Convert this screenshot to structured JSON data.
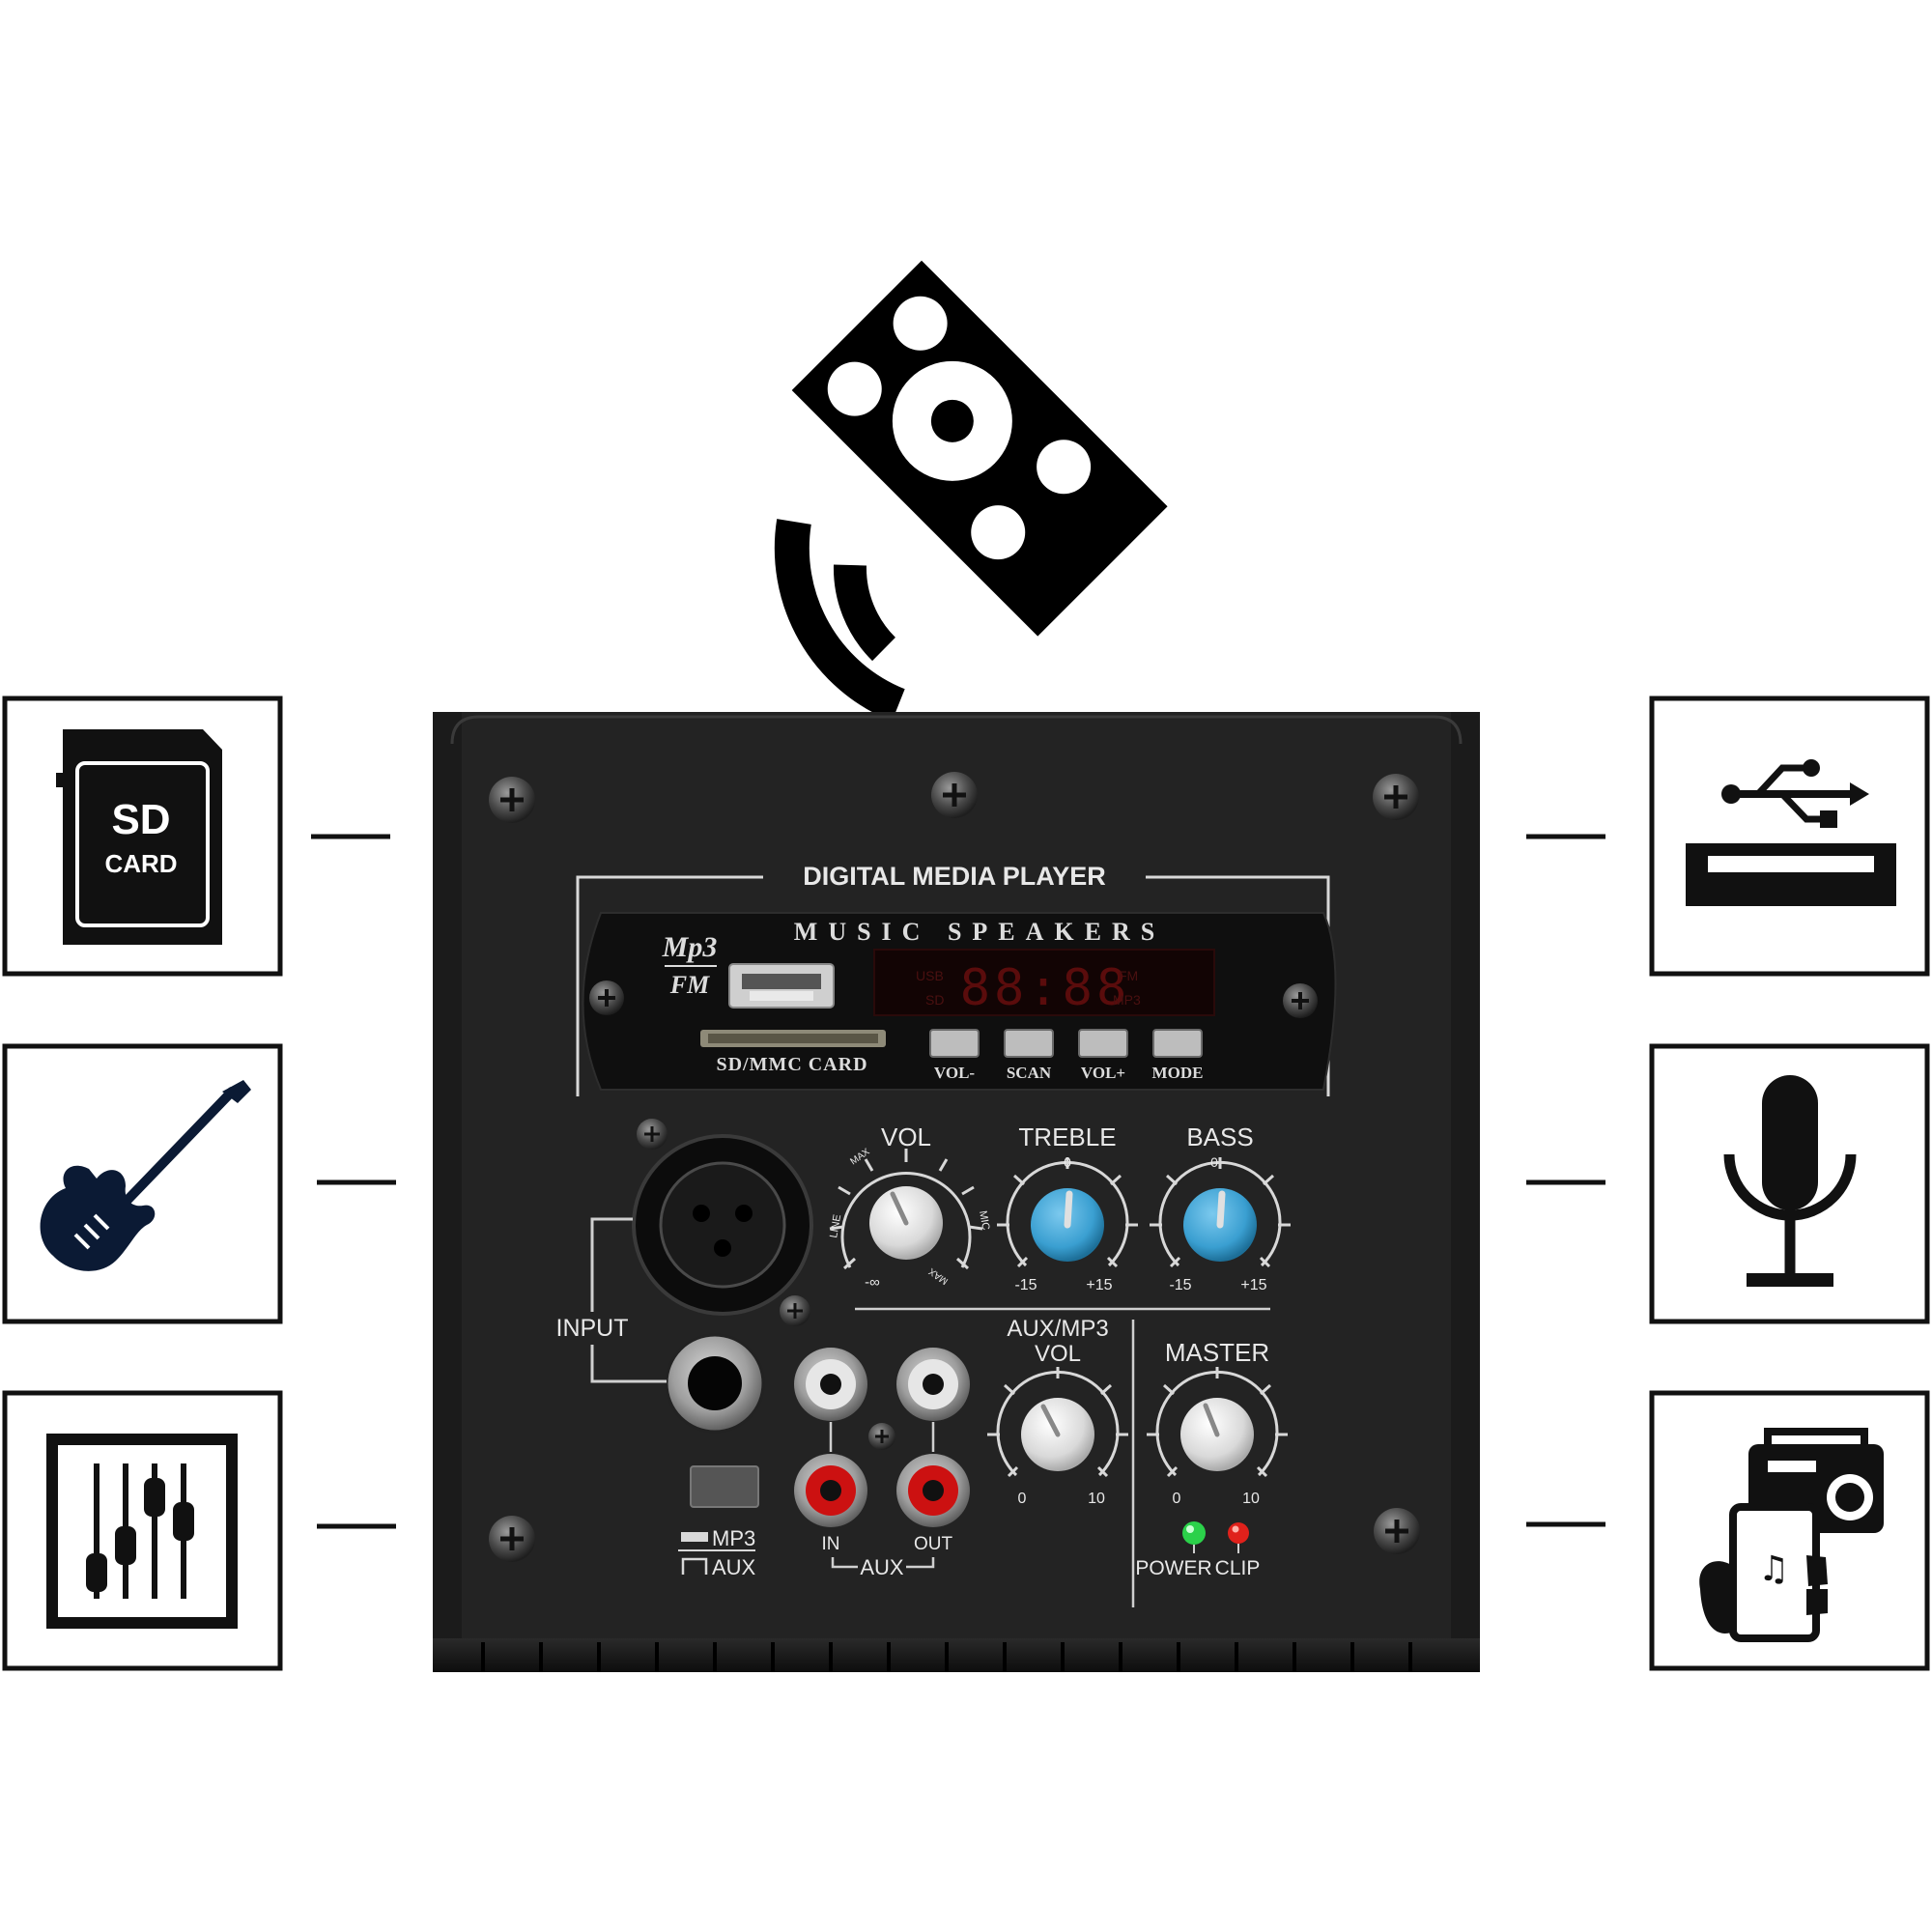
{
  "icons": {
    "remote": "remote-control-icon",
    "left": [
      {
        "name": "sd-card-icon",
        "line1": "SD",
        "line2": "CARD"
      },
      {
        "name": "electric-guitar-icon"
      },
      {
        "name": "mixer-faders-icon"
      }
    ],
    "right": [
      {
        "name": "usb-port-icon"
      },
      {
        "name": "microphone-icon"
      },
      {
        "name": "phone-radio-music-icon"
      }
    ]
  },
  "colors": {
    "panel": "#232323",
    "panel_outer": "#1a1a1a",
    "knob_blue": "#3a9fd1",
    "led_green": "#2bd14a",
    "led_red": "#e0211b",
    "aux_white": "#e6e6e6",
    "aux_red": "#cc1111",
    "display_red": "#6b0f0f"
  },
  "panel": {
    "section_title": "DIGITAL MEDIA PLAYER",
    "module": {
      "brand_top": "Mp3",
      "brand_bottom": "FM",
      "label": "MUSIC SPEAKERS",
      "sd_label": "SD/MMC CARD",
      "display_digits": "88:88",
      "display_left_top": "USB",
      "display_left_bottom": "SD",
      "display_right_top": "FM",
      "display_right_bottom": "MP3",
      "buttons": [
        "VOL-",
        "SCAN",
        "VOL+",
        "MODE"
      ]
    },
    "input_label": "INPUT",
    "knobs": {
      "vol": {
        "label": "VOL",
        "min_label": "-∞",
        "max_label": "MAX",
        "line_label": "LINE",
        "mic_label": "MIC",
        "max2_label": "MAX"
      },
      "treble": {
        "label": "TREBLE",
        "zero": "0",
        "min": "-15",
        "max": "+15"
      },
      "bass": {
        "label": "BASS",
        "zero": "0",
        "min": "-15",
        "max": "+15"
      },
      "aux_mp3": {
        "label_1": "AUX/MP3",
        "label_2": "VOL",
        "min": "0",
        "max": "10"
      },
      "master": {
        "label": "MASTER",
        "min": "0",
        "max": "10"
      }
    },
    "switch": {
      "option_1": "MP3",
      "option_2": "AUX"
    },
    "aux": {
      "in": "IN",
      "out": "OUT",
      "label": "AUX"
    },
    "leds": {
      "power": "POWER",
      "clip": "CLIP"
    }
  }
}
